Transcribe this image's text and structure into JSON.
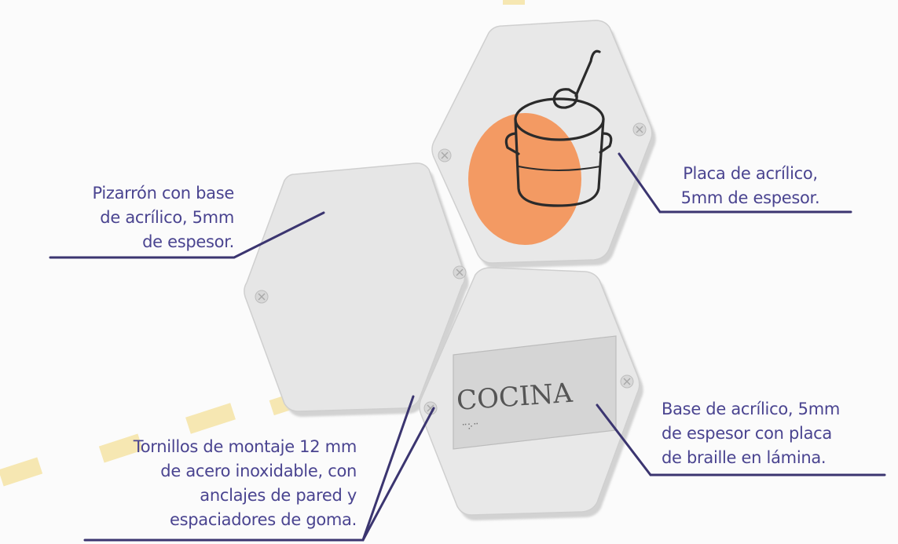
{
  "colors": {
    "leader_line": "#3b3570",
    "label_text": "#4a4490",
    "hexagon_face": "#e6e6e6",
    "hexagon_edge": "#c9c9c9",
    "orange_circle": "#f39a63",
    "sign_plate": "#d5d5d5",
    "dash_yellow": "#f5e3a4"
  },
  "icons": [
    "cooking-pot-ladle-icon",
    "screw-icon"
  ],
  "labels": {
    "pizarron": [
      "Pizarrón con base",
      "de acrílico, 5mm",
      "de espesor."
    ],
    "placa": [
      "Placa de acrílico,",
      "5mm de espesor."
    ],
    "base": [
      "Base de acrílico, 5mm",
      "de espesor con placa",
      "de braille en lámina."
    ],
    "tornillos": [
      "Tornillos de montaje 12 mm",
      "de acero inoxidable, con",
      "anclajes de pared y",
      "espaciadores de goma."
    ]
  },
  "sign": {
    "text": "COCINA",
    "braille": "⠉⠕⠉"
  }
}
